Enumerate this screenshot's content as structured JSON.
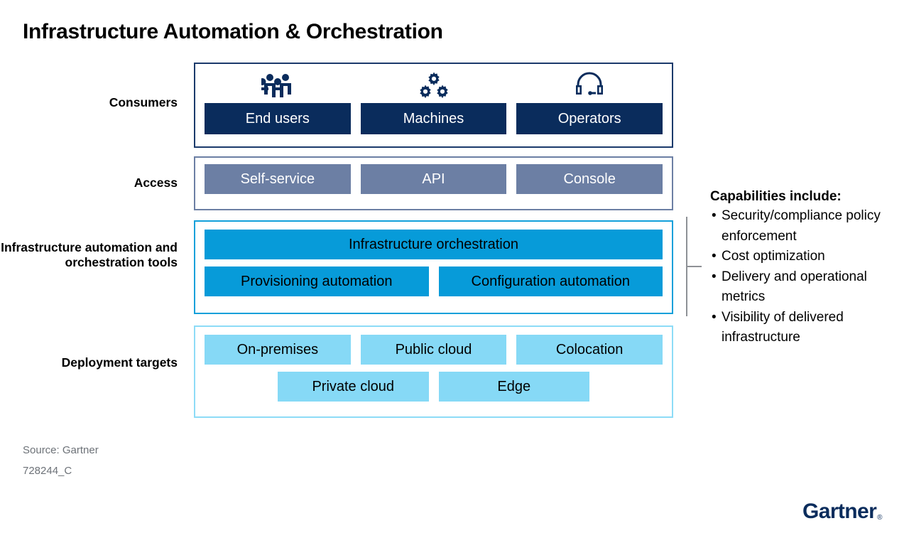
{
  "title": "Infrastructure Automation & Orchestration",
  "rows": {
    "consumers": {
      "label": "Consumers",
      "icons": [
        "people-group-icon",
        "gears-icon",
        "headset-icon"
      ],
      "items": [
        "End users",
        "Machines",
        "Operators"
      ],
      "box_color": "#0a2c5c",
      "text_color": "#ffffff",
      "border_color": "#1b3a6b"
    },
    "access": {
      "label": "Access",
      "items": [
        "Self-service",
        "API",
        "Console"
      ],
      "box_color": "#6c7fa4",
      "text_color": "#ffffff",
      "border_color": "#6c7fa4"
    },
    "tools": {
      "label": "Infrastructure automation and orchestration tools",
      "top_item": "Infrastructure orchestration",
      "bottom_items": [
        "Provisioning automation",
        "Configuration automation"
      ],
      "box_color": "#079bd9",
      "text_color": "#000000",
      "border_color": "#12a0da"
    },
    "deployment": {
      "label": "Deployment targets",
      "row1_items": [
        "On-premises",
        "Public cloud",
        "Colocation"
      ],
      "row2_items": [
        "Private cloud",
        "Edge"
      ],
      "box_color": "#86d9f6",
      "text_color": "#000000",
      "border_color": "#8ddcf7"
    }
  },
  "capabilities": {
    "title": "Capabilities include:",
    "items": [
      "Security/compliance policy enforcement",
      "Cost optimization",
      "Delivery and operational metrics",
      "Visibility of delivered infrastructure"
    ]
  },
  "footer": {
    "source": "Source: Gartner",
    "doc_id": "728244_C"
  },
  "logo": {
    "text": "Gartner",
    "mark": "®",
    "color": "#0a2c5c"
  }
}
